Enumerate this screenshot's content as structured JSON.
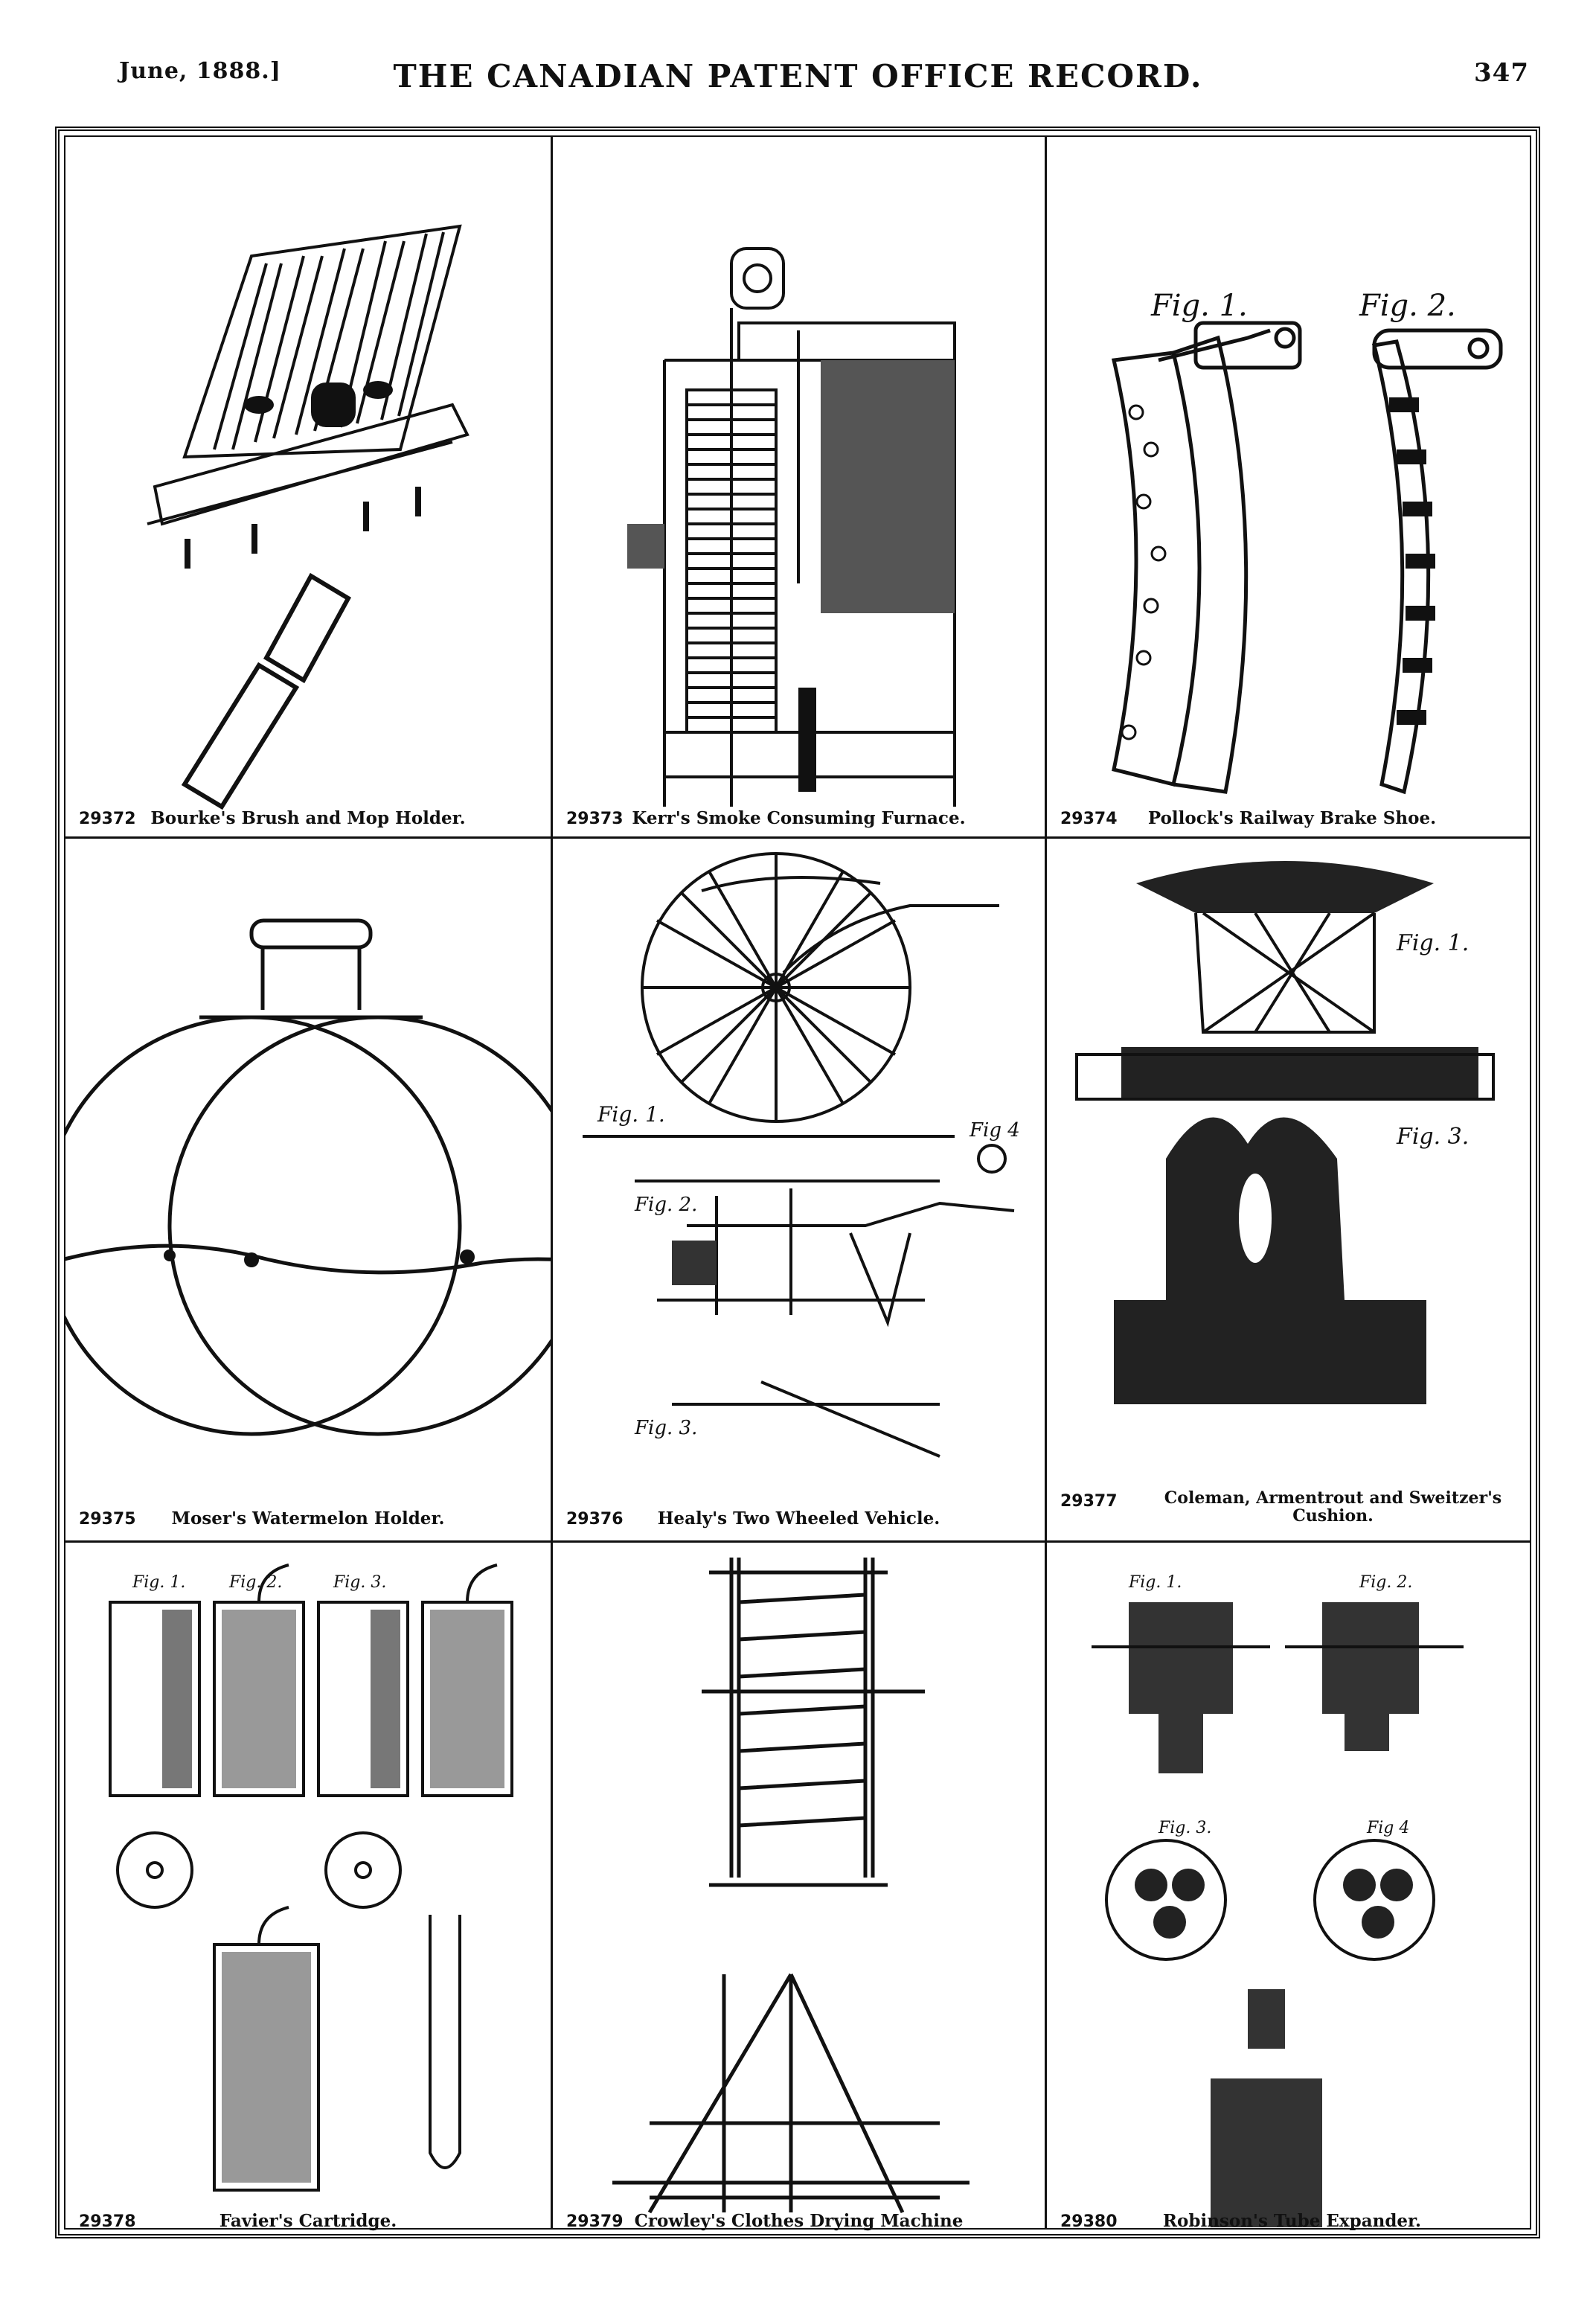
{
  "header": {
    "date": "June, 1888.]",
    "title": "THE CANADIAN PATENT OFFICE RECORD.",
    "page_number": "347"
  },
  "entries": [
    {
      "number": "29372",
      "title": "Bourke's Brush and Mop Holder."
    },
    {
      "number": "29373",
      "title": "Kerr's Smoke Consuming Furnace."
    },
    {
      "number": "29374",
      "title": "Pollock's Railway Brake Shoe."
    },
    {
      "number": "29375",
      "title": "Moser's Watermelon Holder."
    },
    {
      "number": "29376",
      "title": "Healy's Two Wheeled Vehicle."
    },
    {
      "number": "29377",
      "title": "Coleman, Armentrout and Sweitzer's Cushion."
    },
    {
      "number": "29378",
      "title": "Favier's Cartridge."
    },
    {
      "number": "29379",
      "title": "Crowley's Clothes Drying Machine"
    },
    {
      "number": "29380",
      "title": "Robinson's Tube Expander."
    }
  ],
  "figure_labels": {
    "fig1": "Fig. 1.",
    "fig2": "Fig. 2.",
    "fig3": "Fig. 3.",
    "fig4": "Fig 4"
  },
  "colors": {
    "ink": "#111111",
    "paper": "#ffffff"
  }
}
